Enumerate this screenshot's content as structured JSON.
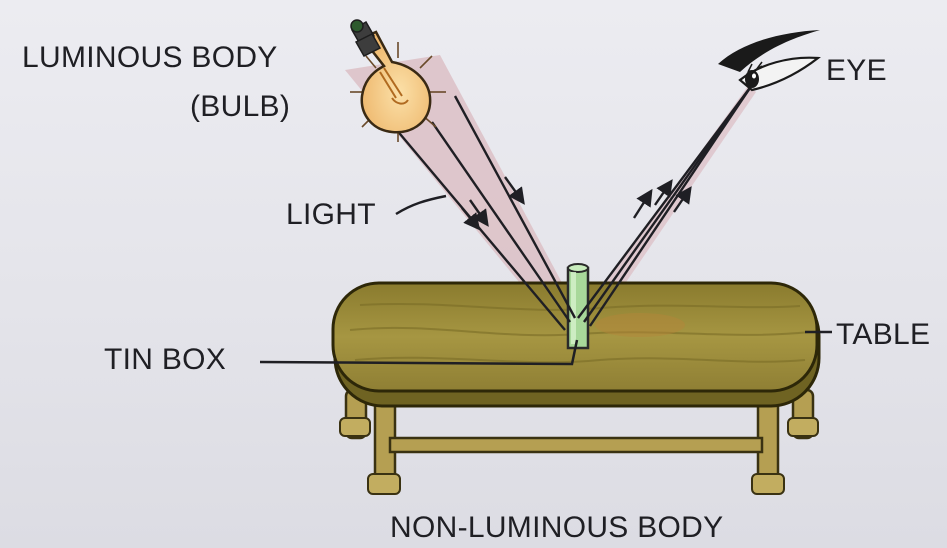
{
  "labels": {
    "luminous_body": "LUMINOUS BODY",
    "bulb": "(BULB)",
    "eye": "EYE",
    "light": "LIGHT",
    "tin_box": "TIN BOX",
    "table": "TABLE",
    "non_luminous_body": "NON-LUMINOUS BODY"
  },
  "colors": {
    "background": "#e6e6ec",
    "light_beam": "#dcbfc6",
    "bulb_glass": "#f4c98a",
    "table_wood": "#9c8d3c",
    "table_legs": "#b59f52",
    "tin_box": "#a8d89a",
    "ink": "#1f1f24"
  }
}
